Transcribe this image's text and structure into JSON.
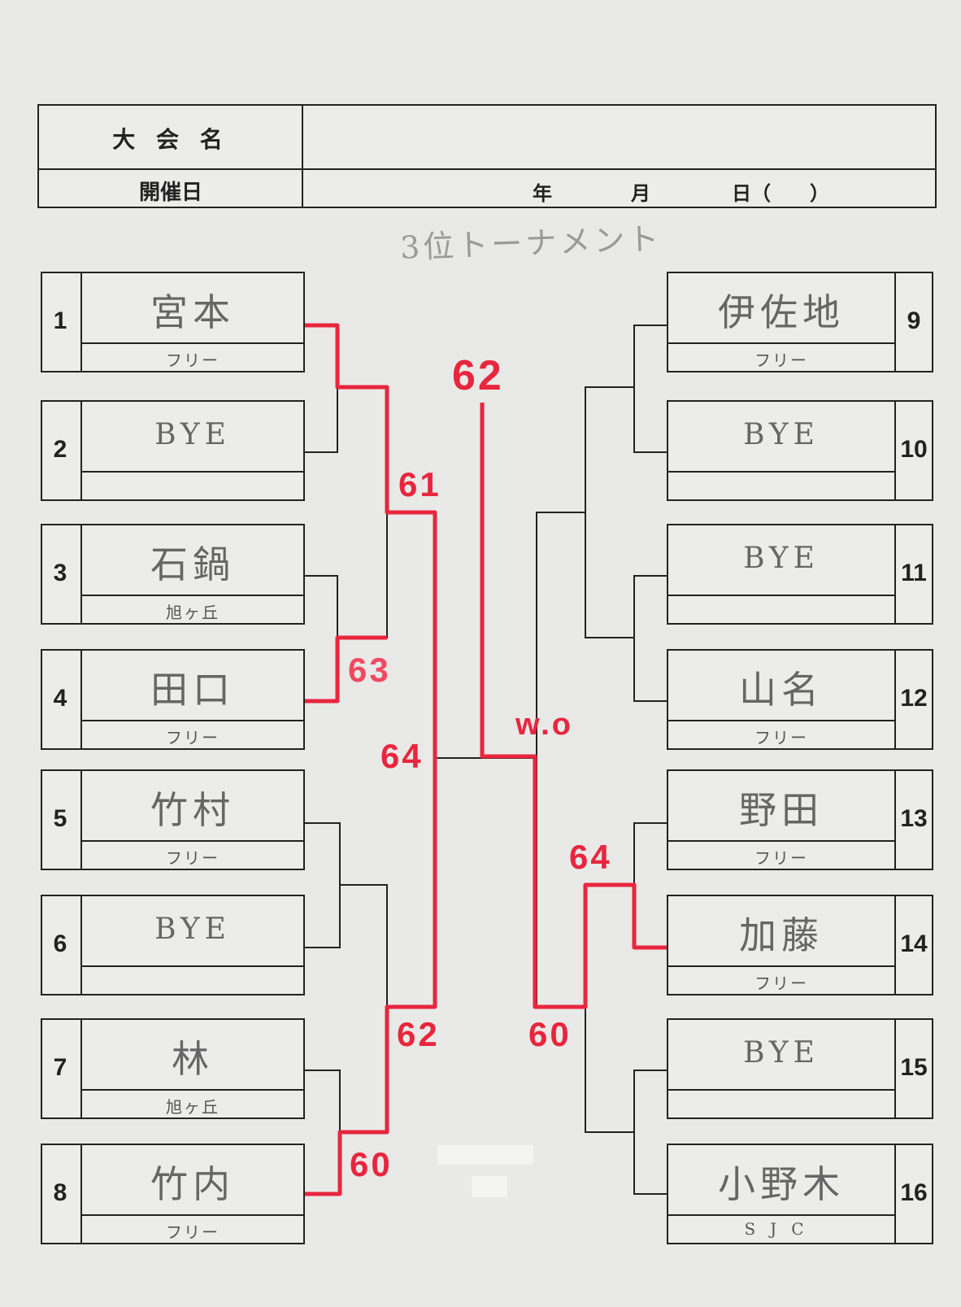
{
  "header": {
    "tournament_label": "大 会 名",
    "tournament_value": "",
    "date_label": "開催日",
    "year": "年",
    "month": "月",
    "day": "日（　　）"
  },
  "subtitle": "3位トーナメント",
  "entries_left": [
    {
      "no": "1",
      "name": "宮本",
      "club": "フリー"
    },
    {
      "no": "2",
      "name": "BYE",
      "club": ""
    },
    {
      "no": "3",
      "name": "石鍋",
      "club": "旭ヶ丘"
    },
    {
      "no": "4",
      "name": "田口",
      "club": "フリー"
    },
    {
      "no": "5",
      "name": "竹村",
      "club": "フリー"
    },
    {
      "no": "6",
      "name": "BYE",
      "club": ""
    },
    {
      "no": "7",
      "name": "林",
      "club": "旭ヶ丘"
    },
    {
      "no": "8",
      "name": "竹内",
      "club": "フリー"
    }
  ],
  "entries_right": [
    {
      "no": "9",
      "name": "伊佐地",
      "club": "フリー"
    },
    {
      "no": "10",
      "name": "BYE",
      "club": ""
    },
    {
      "no": "11",
      "name": "BYE",
      "club": ""
    },
    {
      "no": "12",
      "name": "山名",
      "club": "フリー"
    },
    {
      "no": "13",
      "name": "野田",
      "club": "フリー"
    },
    {
      "no": "14",
      "name": "加藤",
      "club": "フリー"
    },
    {
      "no": "15",
      "name": "BYE",
      "club": ""
    },
    {
      "no": "16",
      "name": "小野木",
      "club": "SJC"
    }
  ],
  "scores": {
    "final": "62",
    "left_semi_top": "61",
    "left_r1_3v4": "63",
    "left_semi_bottom": "62",
    "left_r1_7v8": "60",
    "left_final": "64",
    "right_semi": "w.o",
    "right_r1_13v14": "64",
    "right_semi_bottom": "60"
  },
  "colors": {
    "ink": "#222222",
    "red": "#e8263e",
    "pencil": "#666666",
    "paper": "#e9e9e7"
  }
}
